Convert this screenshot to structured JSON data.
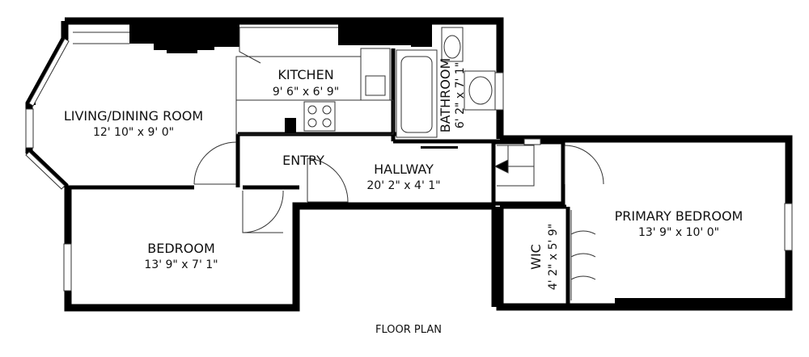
{
  "rooms": {
    "living": {
      "name": "LIVING/DINING ROOM",
      "dims": "12' 10\" x 9' 0\""
    },
    "kitchen": {
      "name": "KITCHEN",
      "dims": "9' 6\" x 6' 9\""
    },
    "bathroom": {
      "name": "BATHROOM",
      "dims": "6' 2\" x 7' 1\""
    },
    "entry": {
      "name": "ENTRY"
    },
    "hallway": {
      "name": "HALLWAY",
      "dims": "20' 2\" x 4' 1\""
    },
    "bedroom": {
      "name": "BEDROOM",
      "dims": "13' 9\" x 7' 1\""
    },
    "wic": {
      "name": "WIC",
      "dims": "4' 2\" x 5' 9\""
    },
    "primary": {
      "name": "PRIMARY BEDROOM",
      "dims": "13' 9\" x 10' 0\""
    }
  },
  "caption": "FLOOR PLAN",
  "colors": {
    "wall": "#000000",
    "line": "#333333",
    "background": "#ffffff"
  }
}
